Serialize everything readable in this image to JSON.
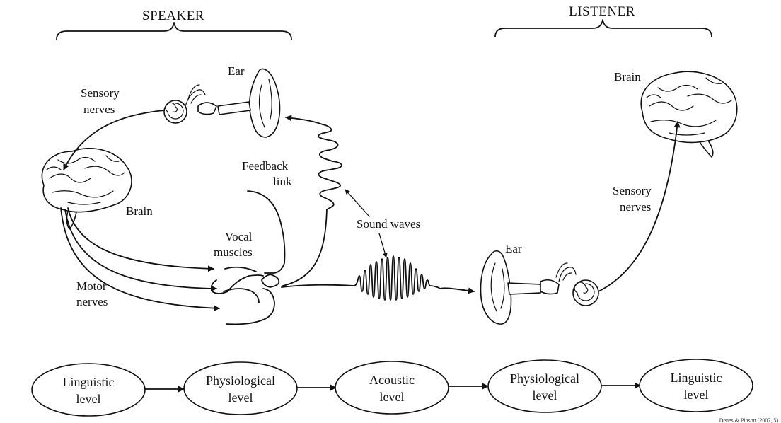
{
  "headers": {
    "speaker": "SPEAKER",
    "listener": "LISTENER"
  },
  "speaker": {
    "ear": "Ear",
    "sensory_nerves": [
      "Sensory",
      "nerves"
    ],
    "brain": "Brain",
    "feedback_link": [
      "Feedback",
      "link"
    ],
    "vocal_muscles": [
      "Vocal",
      "muscles"
    ],
    "motor_nerves": [
      "Motor",
      "nerves"
    ]
  },
  "sound_waves": "Sound waves",
  "listener": {
    "brain": "Brain",
    "ear": "Ear",
    "sensory_nerves": [
      "Sensory",
      "nerves"
    ]
  },
  "levels": [
    [
      "Linguistic",
      "level"
    ],
    [
      "Physiological",
      "level"
    ],
    [
      "Acoustic",
      "level"
    ],
    [
      "Physiological",
      "level"
    ],
    [
      "Linguistic",
      "level"
    ]
  ],
  "citation": "Denes & Pinson (2007, 5)"
}
